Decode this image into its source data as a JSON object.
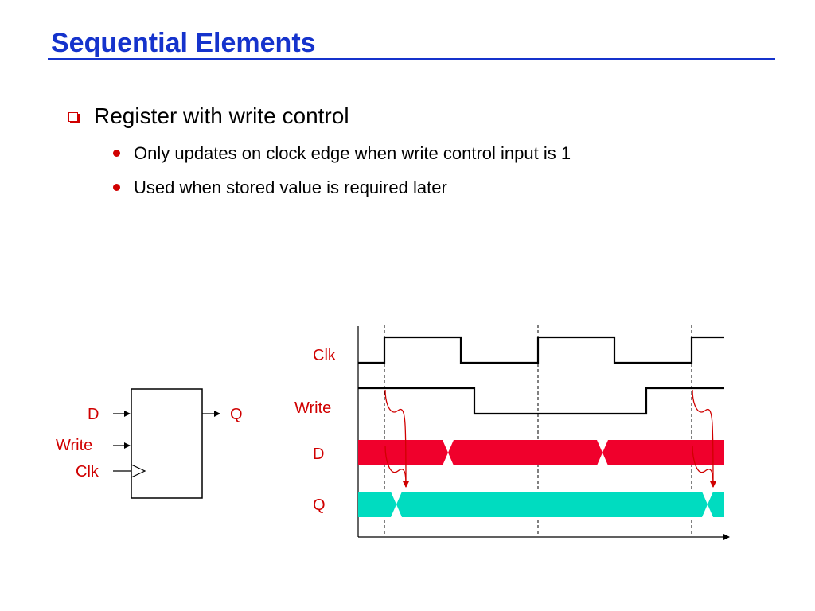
{
  "slide": {
    "title": "Sequential Elements",
    "bullet": "Register with write control",
    "sub_bullets": [
      "Only updates on clock edge when write control input is 1",
      "Used when stored value is required later"
    ]
  },
  "register_symbol": {
    "input_d": "D",
    "input_write": "Write",
    "input_clk": "Clk",
    "output_q": "Q"
  },
  "timing_diagram": {
    "signals": [
      "Clk",
      "Write",
      "D",
      "Q"
    ]
  },
  "colors": {
    "title": "#1533cc",
    "label": "#d00000",
    "d_bus": "#f0002c",
    "q_bus": "#00dcc0"
  }
}
